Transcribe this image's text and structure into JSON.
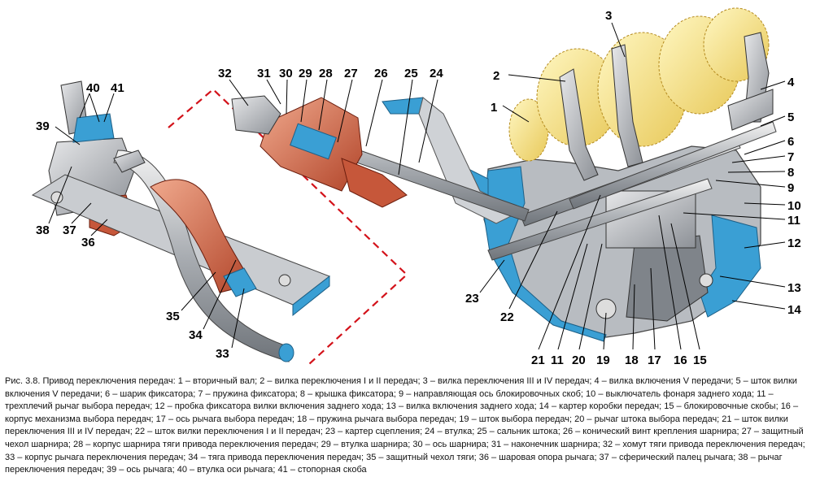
{
  "callouts": [
    "1",
    "2",
    "3",
    "4",
    "5",
    "6",
    "7",
    "8",
    "9",
    "10",
    "11",
    "12",
    "13",
    "14",
    "15",
    "16",
    "17",
    "18",
    "19",
    "20",
    "21",
    "22",
    "23",
    "24",
    "25",
    "26",
    "27",
    "28",
    "29",
    "30",
    "31",
    "32",
    "33",
    "34",
    "35",
    "36",
    "37",
    "38",
    "39",
    "40",
    "41",
    "11"
  ],
  "caption": "Рис. 3.8. Привод переключения передач: 1 – вторичный вал; 2 – вилка переключения I и II передач; 3 – вилка переключения III и IV передач; 4 – вилка включения V передачи; 5 – шток вилки включения V передачи; 6 – шарик фиксатора; 7 – пружина фиксатора; 8 – крышка фиксатора;  9 – направляющая ось блокировочных скоб; 10 – выключатель фонаря заднего хода; 11 – трехплечий рычаг выбора передач; 12 – пробка фиксатора вилки  включения заднего хода; 13 – вилка включения заднего хода; 14 – картер коробки передач; 15 – блокировочные скобы; 16 – корпус механизма выбора передач; 17 – ось рычага выбора передач; 18 – пружина рычага выбора передач; 19 – шток выбора передач; 20 – рычаг штока выбора передач; 21 – шток вилки переключения III и IV передач; 22 – шток вилки переключения I и II передач; 23 – картер сцепления; 24 – втулка; 25 – сальник штока; 26 – конический винт крепления шарнира; 27 – защитный чехол шарнира; 28 – корпус шарнира тяги привода переключения передач; 29 – втулка шарнира; 30 – ось шарнира; 31 – наконечник шарнира; 32 – хомут тяги привода переключения передач; 33 – корпус рычага переключения передач; 34 – тяга привода переключения передач; 35 – защитный чехол тяги; 36 – шаровая опора рычага; 37 – сферический палец рычага; 38 – рычаг переключения передач; 39 – ось рычага; 40 – втулка оси рычага; 41 – стопорная скоба"
}
